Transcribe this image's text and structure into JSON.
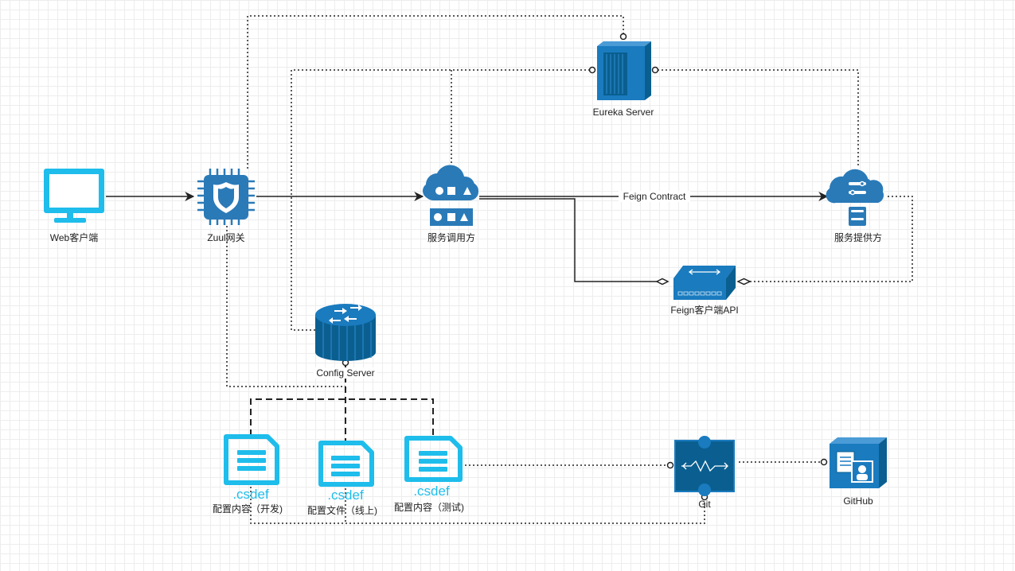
{
  "nodes": {
    "web_client": "Web客户端",
    "zuul": "Zuul网关",
    "consumer": "服务调用方",
    "provider": "服务提供方",
    "eureka": "Eureka Server",
    "feign_api": "Feign客户端API",
    "config_server": "Config Server",
    "cfg_dev": "配置内容（开发)",
    "cfg_online": "配置文件（线上)",
    "cfg_test": "配置内容（测试)",
    "git": "Git",
    "github": "GitHub"
  },
  "file_ext": ".csdef",
  "edge_labels": {
    "feign_contract": "Feign Contract"
  },
  "colors": {
    "node_blue": "#2a7ab8",
    "cyan": "#1ebdeb",
    "dark_blue": "#0a5f90",
    "line": "#222222"
  },
  "icons": {
    "web_client": "monitor-icon",
    "zuul": "chip-shield-icon",
    "consumer": "cloud-service-icon",
    "provider": "cloud-server-icon",
    "eureka": "server-rack-icon",
    "feign_api": "network-switch-icon",
    "config_server": "router-icon",
    "config_file": "document-icon",
    "git": "puzzle-icon",
    "github": "repository-icon"
  }
}
